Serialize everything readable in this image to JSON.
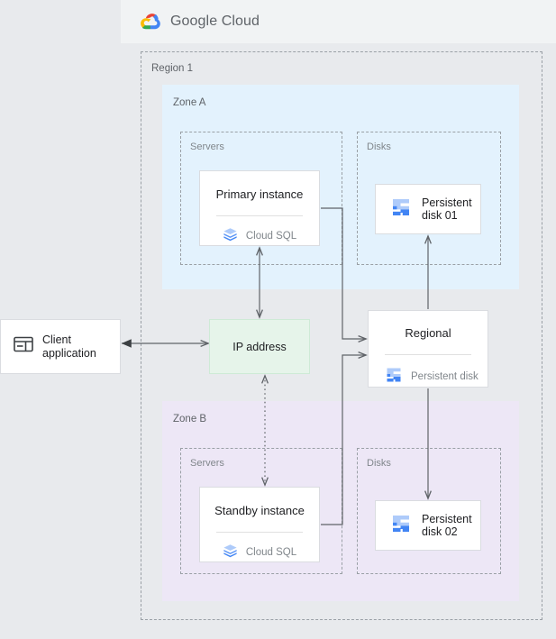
{
  "header": {
    "brand_google": "Google",
    "brand_cloud": "Cloud",
    "logo_icon": "google-cloud-logo"
  },
  "diagram": {
    "region": {
      "label": "Region 1"
    },
    "zones": [
      {
        "id": "zone-a",
        "label": "Zone A",
        "color": "#e3f2fd"
      },
      {
        "id": "zone-b",
        "label": "Zone B",
        "color": "#ede7f6"
      }
    ],
    "groups": [
      {
        "id": "servers-a",
        "label": "Servers"
      },
      {
        "id": "disks-a",
        "label": "Disks"
      },
      {
        "id": "servers-b",
        "label": "Servers"
      },
      {
        "id": "disks-b",
        "label": "Disks"
      }
    ],
    "nodes": {
      "client": {
        "label_line1": "Client",
        "label_line2": "application",
        "icon": "window-icon"
      },
      "ip_address": {
        "label": "IP address",
        "color": "#e6f4ea"
      },
      "primary_instance": {
        "title": "Primary instance",
        "subtitle": "Cloud SQL",
        "icon": "cloud-sql-icon"
      },
      "standby_instance": {
        "title": "Standby instance",
        "subtitle": "Cloud SQL",
        "icon": "cloud-sql-icon"
      },
      "regional_disk": {
        "title": "Regional",
        "subtitle": "Persistent disk",
        "icon": "persistent-disk-icon"
      },
      "persistent_disk_01": {
        "label_line1": "Persistent",
        "label_line2": "disk 01",
        "icon": "persistent-disk-icon"
      },
      "persistent_disk_02": {
        "label_line1": "Persistent",
        "label_line2": "disk 02",
        "icon": "persistent-disk-icon"
      }
    },
    "colors": {
      "background": "#e8eaed",
      "header": "#f1f3f4",
      "zone_a": "#e3f2fd",
      "zone_b": "#ede7f6",
      "ip_fill": "#e6f4ea",
      "ip_border": "#ceead6",
      "card_border": "#dadce0",
      "dashed_border": "#9aa0a6",
      "connector": "#5f6368",
      "disk_icon_light": "#aecbfa",
      "disk_icon_dark": "#4285f4",
      "sql_icon": "#5e97f6"
    }
  }
}
